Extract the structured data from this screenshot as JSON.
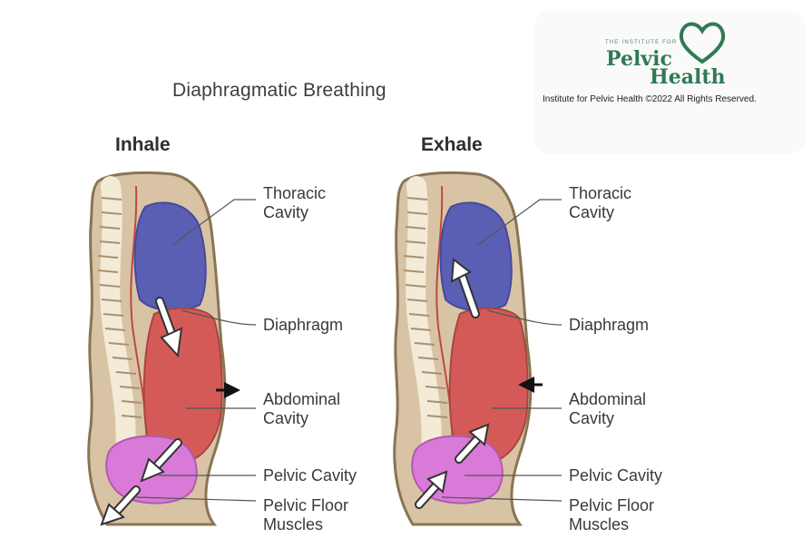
{
  "title": "Diaphragmatic Breathing",
  "logo": {
    "small_text": "THE INSTITUTE FOR",
    "word1": "Pelvic",
    "word2": "Health",
    "icon": "heart-outline-icon",
    "copyright": "Institute for Pelvic Health ©2022 All Rights Reserved."
  },
  "panels": [
    {
      "heading": "Inhale",
      "labels": {
        "thoracic": "Thoracic\nCavity",
        "diaphragm": "Diaphragm",
        "abdominal": "Abdominal\nCavity",
        "pelvic_cavity": "Pelvic Cavity",
        "pelvic_floor": "Pelvic Floor\nMuscles"
      }
    },
    {
      "heading": "Exhale",
      "labels": {
        "thoracic": "Thoracic\nCavity",
        "diaphragm": "Diaphragm",
        "abdominal": "Abdominal\nCavity",
        "pelvic_cavity": "Pelvic Cavity",
        "pelvic_floor": "Pelvic Floor\nMuscles"
      }
    }
  ],
  "colors": {
    "body": "#d8c4a5",
    "body_outline": "#8a7452",
    "thoracic": "#5a5fb3",
    "abdominal": "#d45a58",
    "pelvic": "#d97ad8",
    "spine": "#f3ead8",
    "logo_green": "#2f7a55"
  }
}
